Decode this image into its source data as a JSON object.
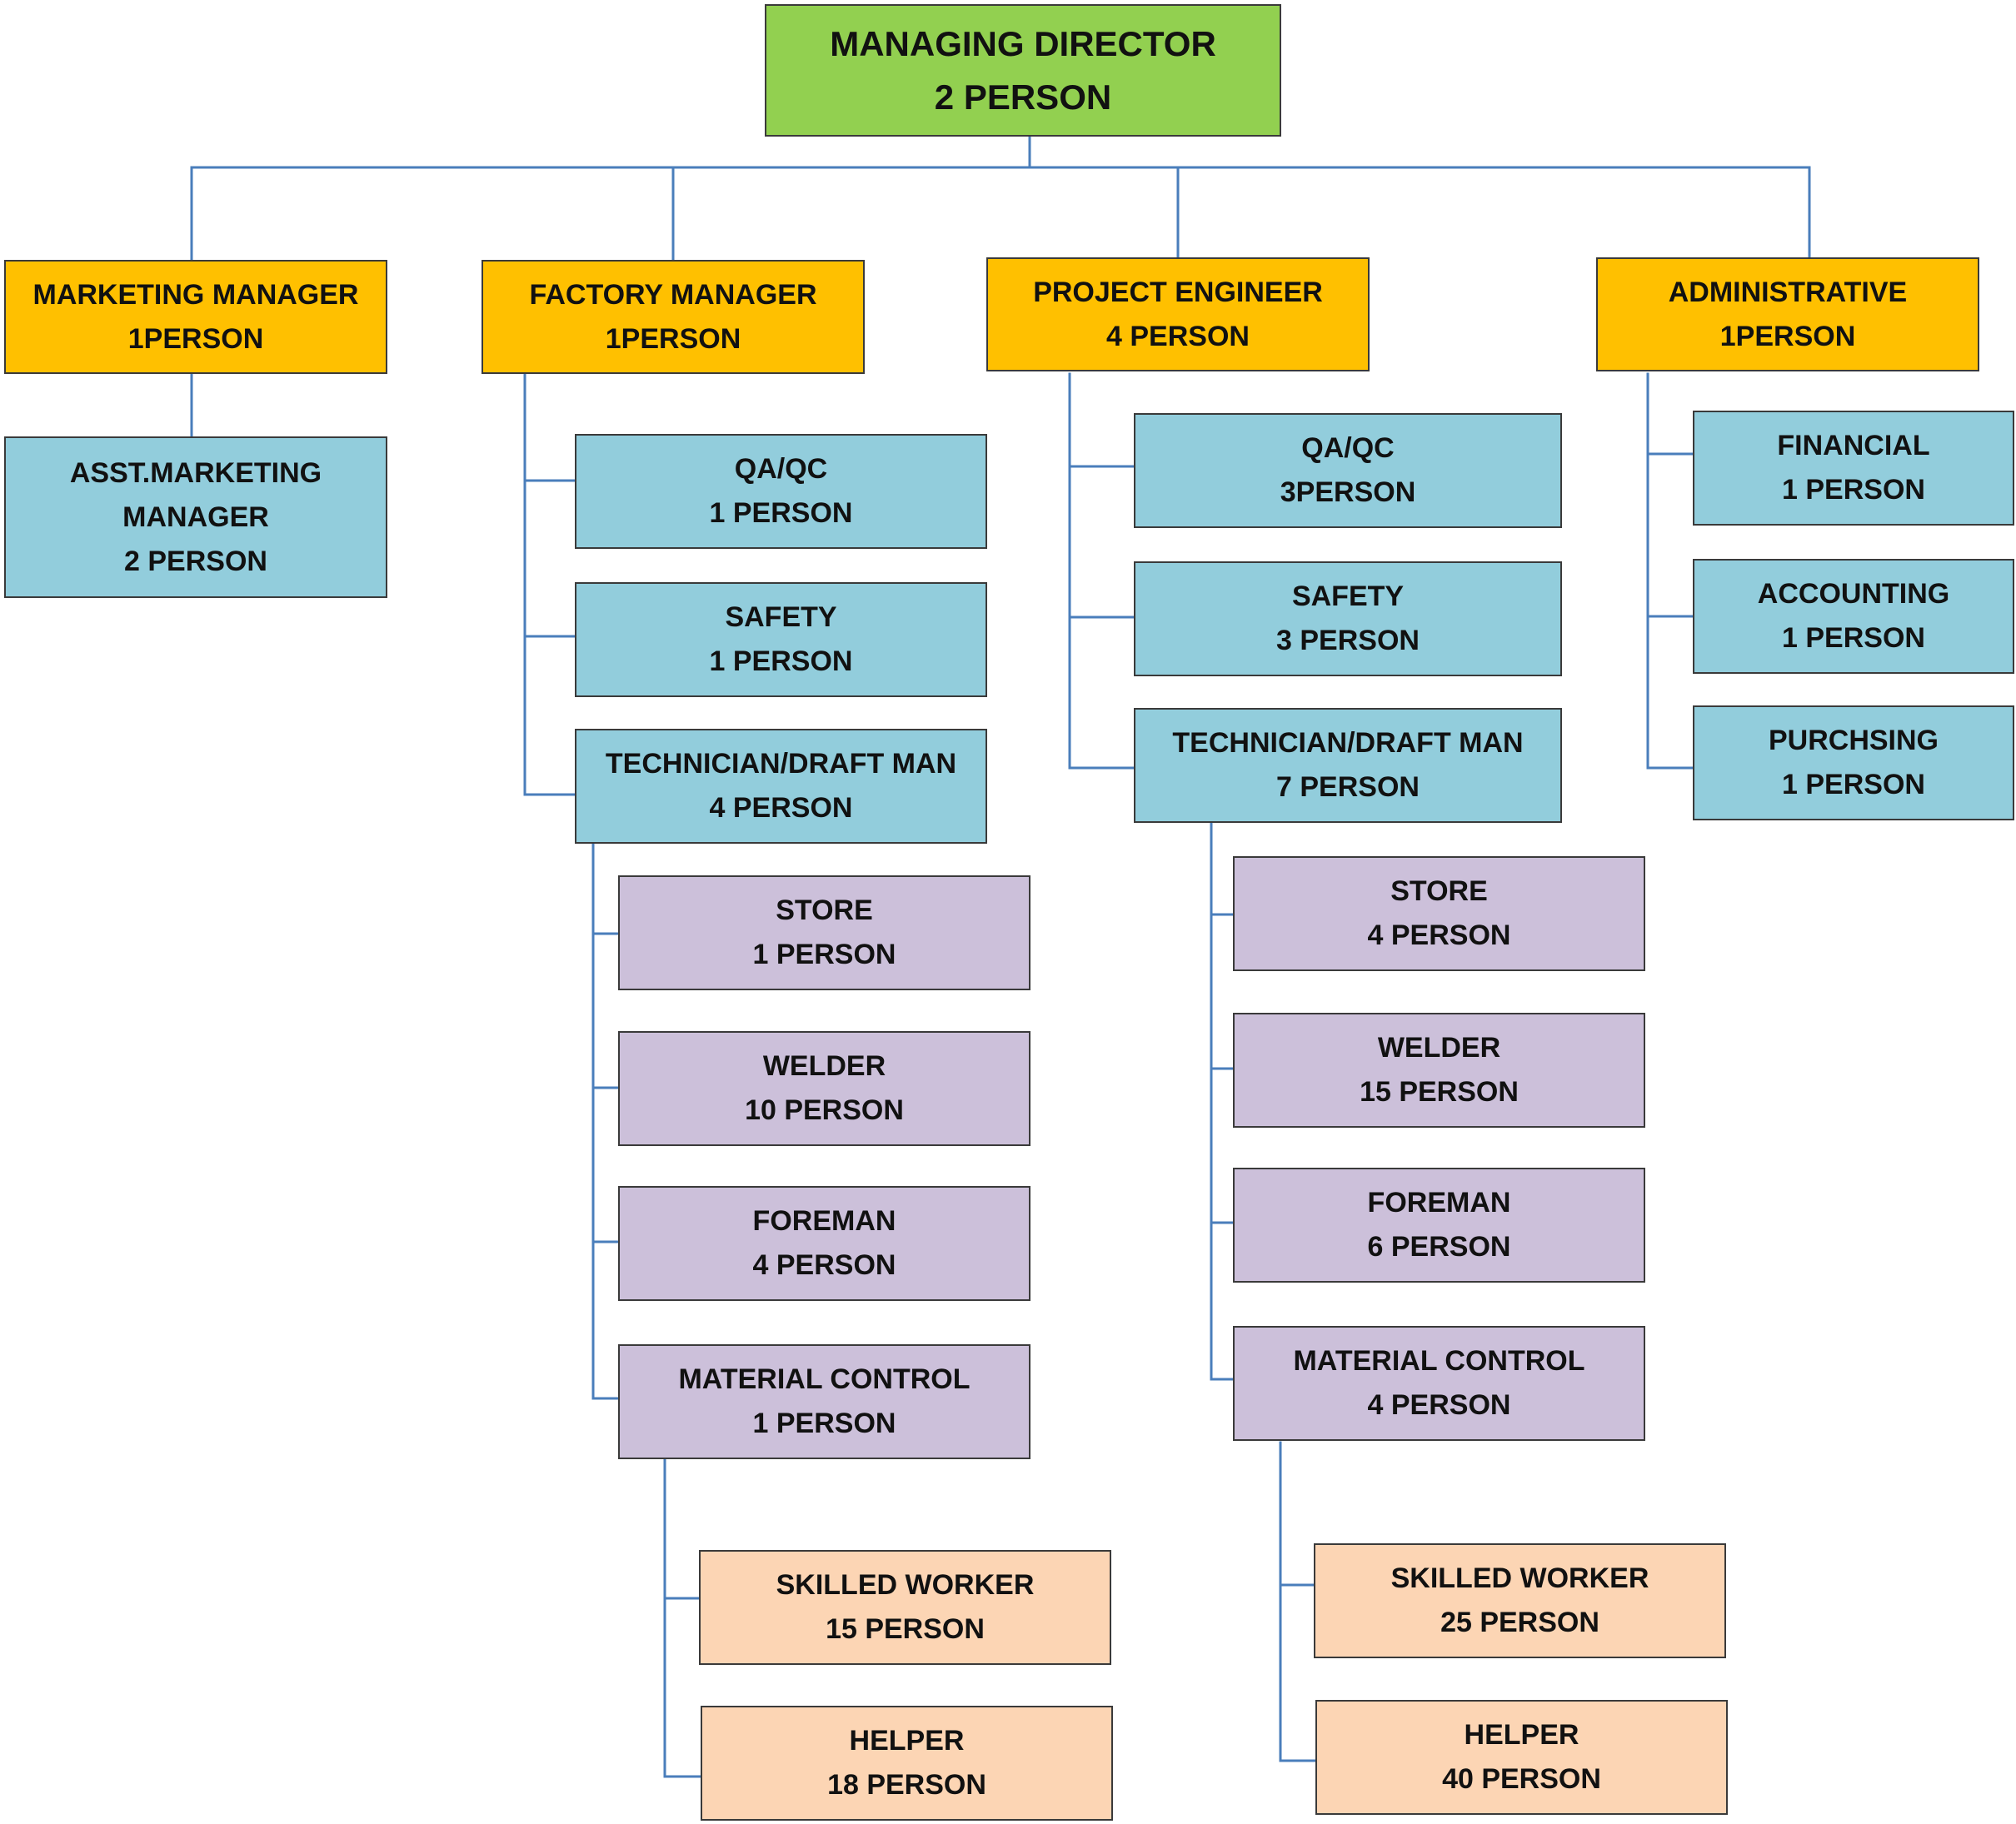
{
  "nodes": {
    "md": {
      "title": "MANAGING DIRECTOR",
      "count": "2 PERSON",
      "color": "#92d050"
    },
    "mkt": {
      "title": "MARKETING MANAGER",
      "count": "1PERSON",
      "color": "#ffc000"
    },
    "fac": {
      "title": "FACTORY MANAGER",
      "count": "1PERSON",
      "color": "#ffc000"
    },
    "pe": {
      "title": "PROJECT ENGINEER",
      "count": "4 PERSON",
      "color": "#ffc000"
    },
    "adm": {
      "title": "ADMINISTRATIVE",
      "count": "1PERSON",
      "color": "#ffc000"
    },
    "asst": {
      "title_line1": "ASST.MARKETING",
      "title_line2": "MANAGER",
      "count": "2 PERSON",
      "color": "#92cddc"
    },
    "fac_qa": {
      "title": "QA/QC",
      "count": "1 PERSON",
      "color": "#92cddc"
    },
    "fac_safety": {
      "title": "SAFETY",
      "count": "1 PERSON",
      "color": "#92cddc"
    },
    "fac_tech": {
      "title": "TECHNICIAN/DRAFT MAN",
      "count": "4 PERSON",
      "color": "#92cddc"
    },
    "pe_qa": {
      "title": "QA/QC",
      "count": "3PERSON",
      "color": "#92cddc"
    },
    "pe_safety": {
      "title": "SAFETY",
      "count": "3 PERSON",
      "color": "#92cddc"
    },
    "pe_tech": {
      "title": "TECHNICIAN/DRAFT MAN",
      "count": "7 PERSON",
      "color": "#92cddc"
    },
    "adm_fin": {
      "title": "FINANCIAL",
      "count": "1 PERSON",
      "color": "#92cddc"
    },
    "adm_acc": {
      "title": "ACCOUNTING",
      "count": "1 PERSON",
      "color": "#92cddc"
    },
    "adm_pur": {
      "title": "PURCHSING",
      "count": "1 PERSON",
      "color": "#92cddc"
    },
    "fac_store": {
      "title": "STORE",
      "count": "1 PERSON",
      "color": "#ccc0da"
    },
    "fac_welder": {
      "title": "WELDER",
      "count": "10 PERSON",
      "color": "#ccc0da"
    },
    "fac_foreman": {
      "title": "FOREMAN",
      "count": "4 PERSON",
      "color": "#ccc0da"
    },
    "fac_mat": {
      "title": "MATERIAL CONTROL",
      "count": "1 PERSON",
      "color": "#ccc0da"
    },
    "pe_store": {
      "title": "STORE",
      "count": "4 PERSON",
      "color": "#ccc0da"
    },
    "pe_welder": {
      "title": "WELDER",
      "count": "15 PERSON",
      "color": "#ccc0da"
    },
    "pe_foreman": {
      "title": "FOREMAN",
      "count": "6 PERSON",
      "color": "#ccc0da"
    },
    "pe_mat": {
      "title": "MATERIAL CONTROL",
      "count": "4 PERSON",
      "color": "#ccc0da"
    },
    "fac_skilled": {
      "title": "SKILLED WORKER",
      "count": "15 PERSON",
      "color": "#fcd5b4"
    },
    "fac_helper": {
      "title": "HELPER",
      "count": "18 PERSON",
      "color": "#fcd5b4"
    },
    "pe_skilled": {
      "title": "SKILLED WORKER",
      "count": "25 PERSON",
      "color": "#fcd5b4"
    },
    "pe_helper": {
      "title": "HELPER",
      "count": "40 PERSON",
      "color": "#fcd5b4"
    }
  }
}
